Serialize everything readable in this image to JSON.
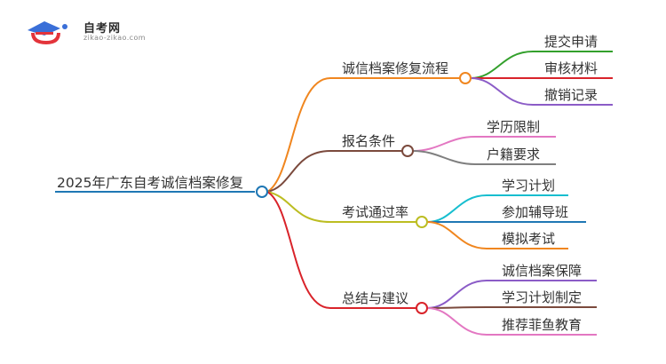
{
  "logo": {
    "title": "自考网",
    "subtitle": "zikao-zikao.com"
  },
  "mindmap": {
    "root": "2025年广东自考诚信档案修复",
    "branches": [
      {
        "label": "诚信档案修复流程",
        "color": "#f0861f",
        "children": [
          {
            "label": "提交申请",
            "color": "#33a02c"
          },
          {
            "label": "审核材料",
            "color": "#d9232a"
          },
          {
            "label": "撤销记录",
            "color": "#8b5cc7"
          }
        ]
      },
      {
        "label": "报名条件",
        "color": "#7b4a3d",
        "children": [
          {
            "label": "学历限制",
            "color": "#e377c2"
          },
          {
            "label": "户籍要求",
            "color": "#7f7f7f"
          }
        ]
      },
      {
        "label": "考试通过率",
        "color": "#bcbd22",
        "children": [
          {
            "label": "学习计划",
            "color": "#17becf"
          },
          {
            "label": "参加辅导班",
            "color": "#1f77b4"
          },
          {
            "label": "模拟考试",
            "color": "#f0861f"
          }
        ]
      },
      {
        "label": "总结与建议",
        "color": "#d9232a",
        "children": [
          {
            "label": "诚信档案保障",
            "color": "#8b5cc7"
          },
          {
            "label": "学习计划制定",
            "color": "#7b4a3d"
          },
          {
            "label": "推荐菲鱼教育",
            "color": "#e377c2"
          }
        ]
      }
    ]
  },
  "colors": {
    "root_line": "#1f77b4",
    "text": "#333333"
  }
}
